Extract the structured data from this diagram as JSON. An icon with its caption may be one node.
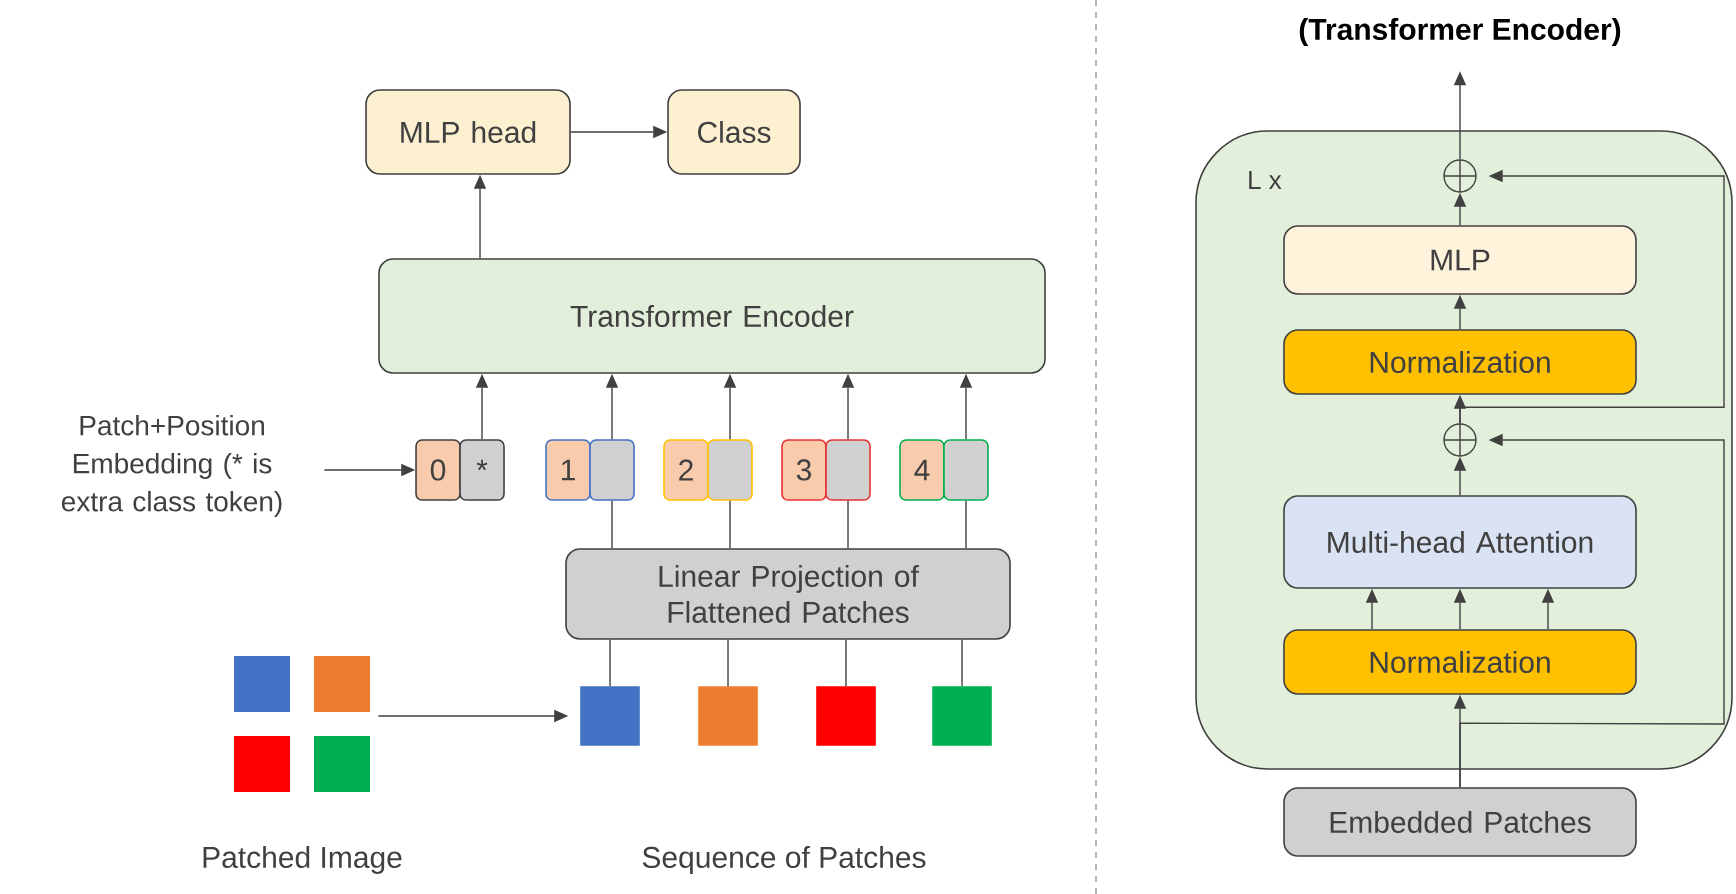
{
  "diagram": {
    "title": "(Transformer Encoder)",
    "nodes": [
      {
        "text": [
          "MLP head"
        ]
      },
      {
        "text": [
          "Class"
        ]
      },
      {
        "text": [
          "Transformer Encoder"
        ]
      },
      {
        "text": [
          "Patch+Position Embedding (* is extra class token)"
        ]
      },
      {
        "text": [
          "0"
        ]
      },
      {
        "text": [
          "*"
        ]
      },
      {
        "text": [
          "1"
        ]
      },
      {
        "text": [],
        "shape": "box"
      },
      {
        "text": [
          "2"
        ]
      },
      {
        "text": [],
        "shape": "box"
      },
      {
        "text": [
          "3"
        ]
      },
      {
        "text": [],
        "shape": "box"
      },
      {
        "text": [
          "4"
        ]
      },
      {
        "text": [],
        "shape": "box"
      },
      {
        "text": [
          "Linear Projection of Flattened Patches"
        ]
      },
      {
        "text": [],
        "shape": "box"
      },
      {
        "text": [],
        "shape": "box"
      },
      {
        "text": [],
        "shape": "box"
      },
      {
        "text": [],
        "shape": "box"
      },
      {
        "text": [],
        "shape": "box",
        "beside": [
          "Patched Image"
        ]
      },
      {
        "text": [
          "L x"
        ]
      },
      {
        "text": [],
        "shape": "circle",
        "in": 20
      },
      {
        "text": [
          "MLP"
        ],
        "in": 20
      },
      {
        "text": [
          "Normalization"
        ],
        "in": 20
      },
      {
        "text": [],
        "shape": "circle",
        "in": 20
      },
      {
        "text": [
          "Multi-head Attention"
        ],
        "in": 20
      },
      {
        "text": [
          "Normalization"
        ],
        "in": 20
      },
      {
        "text": [
          "Embedded Patches"
        ]
      }
    ],
    "edges": [
      {
        "from": 2,
        "to": 0,
        "arrow": "to"
      },
      {
        "from": 0,
        "to": 1,
        "arrow": "to"
      },
      {
        "from": 3,
        "to": 4,
        "arrow": "to"
      },
      {
        "from": 5,
        "to": 2,
        "arrow": "to"
      },
      {
        "from": 7,
        "to": 2,
        "arrow": "to"
      },
      {
        "from": 9,
        "to": 2,
        "arrow": "to"
      },
      {
        "from": 11,
        "to": 2,
        "arrow": "to"
      },
      {
        "from": 13,
        "to": 2,
        "arrow": "to"
      },
      {
        "from": 14,
        "to": 7,
        "arrow": "none"
      },
      {
        "from": 14,
        "to": 9,
        "arrow": "none"
      },
      {
        "from": 14,
        "to": 11,
        "arrow": "none"
      },
      {
        "from": 14,
        "to": 13,
        "arrow": "none"
      },
      {
        "from": 15,
        "to": 14,
        "arrow": "none"
      },
      {
        "from": 16,
        "to": 14,
        "arrow": "none"
      },
      {
        "from": 17,
        "to": 14,
        "arrow": "none"
      },
      {
        "from": 18,
        "to": 14,
        "arrow": "none"
      },
      {
        "from": 19,
        "to": 15,
        "arrow": "to"
      },
      {
        "from": 27,
        "to": 26,
        "arrow": "to"
      },
      {
        "from": 26,
        "to": 25,
        "arrow": "to"
      },
      {
        "from": 26,
        "to": 25,
        "arrow": "to"
      },
      {
        "from": 26,
        "to": 25,
        "arrow": "to"
      },
      {
        "from": 25,
        "to": 24,
        "arrow": "to"
      },
      {
        "from": 24,
        "to": 23,
        "arrow": "to"
      },
      {
        "from": 23,
        "to": 22,
        "arrow": "to"
      },
      {
        "from": 22,
        "to": 21,
        "arrow": "to"
      },
      {
        "from": 21,
        "to": null,
        "arrow": "to"
      },
      {
        "from": 27,
        "to": 24,
        "arrow": "to"
      },
      {
        "from": 24,
        "to": 21,
        "arrow": "to"
      }
    ],
    "labels": [
      "Sequence of Patches"
    ]
  }
}
